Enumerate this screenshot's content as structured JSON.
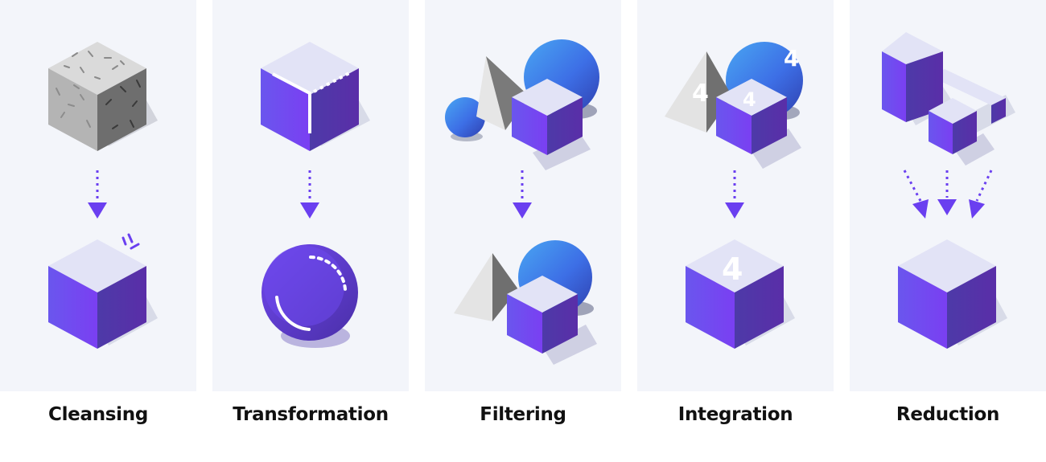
{
  "steps": [
    {
      "label": "Cleansing"
    },
    {
      "label": "Transformation"
    },
    {
      "label": "Filtering"
    },
    {
      "label": "Integration"
    },
    {
      "label": "Reduction"
    }
  ],
  "figure_text": {
    "digit": "4"
  },
  "colors": {
    "panel": "#f3f5fa",
    "cube_top": "#e2e3f6",
    "cube_left": "#6f4df0",
    "cube_right": "#4a2e9e",
    "arrow": "#6a3ff0",
    "sphere": "#3a7ff0",
    "gray": "#b5b5b5"
  }
}
